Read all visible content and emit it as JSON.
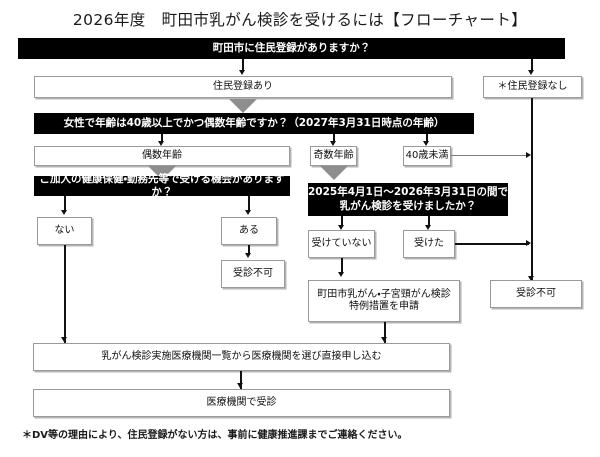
{
  "title": "2026年度　町田市乳がん検診を受けるには【フローチャート】",
  "nodes": {
    "q_resident": "町田市に住民登録がありますか？",
    "resident_yes": "住民登録あり",
    "resident_no": "＊住民登録なし",
    "q_age": "女性で年齢は40歳以上でかつ偶数年齢ですか？（2027年3月31日時点の年齢）",
    "age_even": "偶数年齢",
    "age_odd": "奇数年齢",
    "age_under40": "40歳未満",
    "q_insurance": "ご加入の健康保健・勤務先等で受ける機会がありますか？",
    "insurance_no": "ない",
    "insurance_yes": "ある",
    "q_screened_line1": "2025年4月1日〜2026年3月31日の間で",
    "q_screened_line2": "乳がん検診を受けましたか？",
    "not_screened": "受けていない",
    "screened": "受けた",
    "ineligible_mid": "受診不可",
    "ineligible_right": "受診不可",
    "special_line1": "町田市乳がん・子宮頸がん検診",
    "special_line2": "特例措置を申請",
    "apply": "乳がん検診実施医療機関一覧から医療機関を選び直接申し込む",
    "visit": "医療機関で受診"
  },
  "footnote": "＊DV等の理由により、住民登録がない方は、事前に健康推進課までご連絡ください。",
  "colors": {
    "question_bg": "#000000",
    "question_fg": "#ffffff",
    "node_bg": "#ffffff",
    "node_border": "#9a9a9a",
    "connector": "#111111",
    "big_arrow": "#8e8e8e"
  }
}
